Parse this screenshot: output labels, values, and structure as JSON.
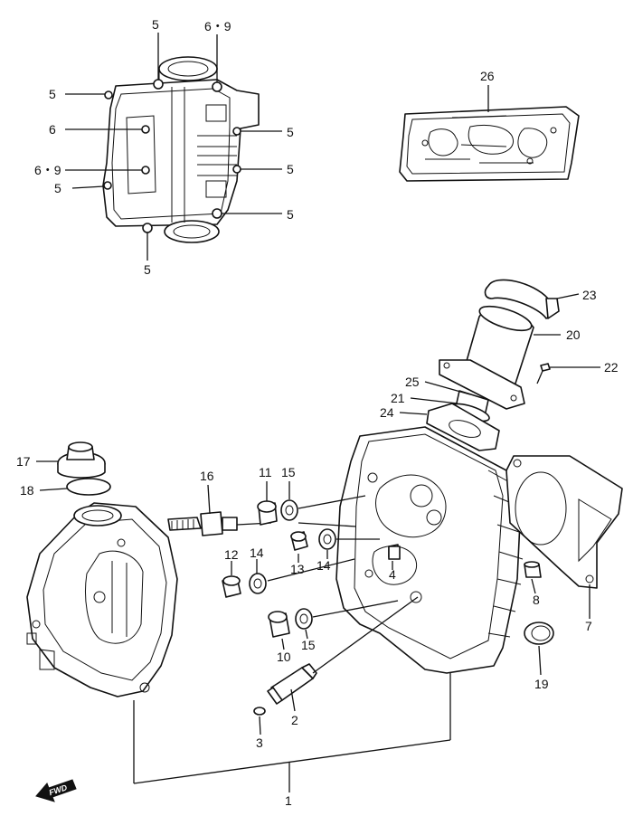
{
  "callouts": {
    "c1": "1",
    "c2": "2",
    "c3": "3",
    "c4": "4",
    "c5a": "5",
    "c5b": "5",
    "c5c": "5",
    "c5d": "5",
    "c5e": "5",
    "c5f": "5",
    "c5g": "5",
    "c6": "6",
    "c69a": "6・9",
    "c69b": "6・9",
    "c7": "7",
    "c8": "8",
    "c10": "10",
    "c11": "11",
    "c12": "12",
    "c13": "13",
    "c14a": "14",
    "c14b": "14",
    "c15a": "15",
    "c15b": "15",
    "c16": "16",
    "c17": "17",
    "c18": "18",
    "c19": "19",
    "c20": "20",
    "c21": "21",
    "c22": "22",
    "c23": "23",
    "c24": "24",
    "c25": "25",
    "c26": "26"
  },
  "fwd_label": "FWD"
}
